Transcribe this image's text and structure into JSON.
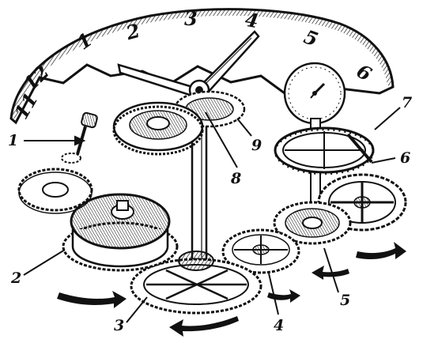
{
  "dial": {
    "numerals": [
      "11",
      "12",
      "1",
      "2",
      "3",
      "4",
      "5",
      "6"
    ]
  },
  "callouts": [
    "1",
    "2",
    "3",
    "4",
    "5",
    "6",
    "7",
    "8",
    "9"
  ],
  "colors": {
    "ink": "#111111",
    "paper": "#ffffff"
  }
}
